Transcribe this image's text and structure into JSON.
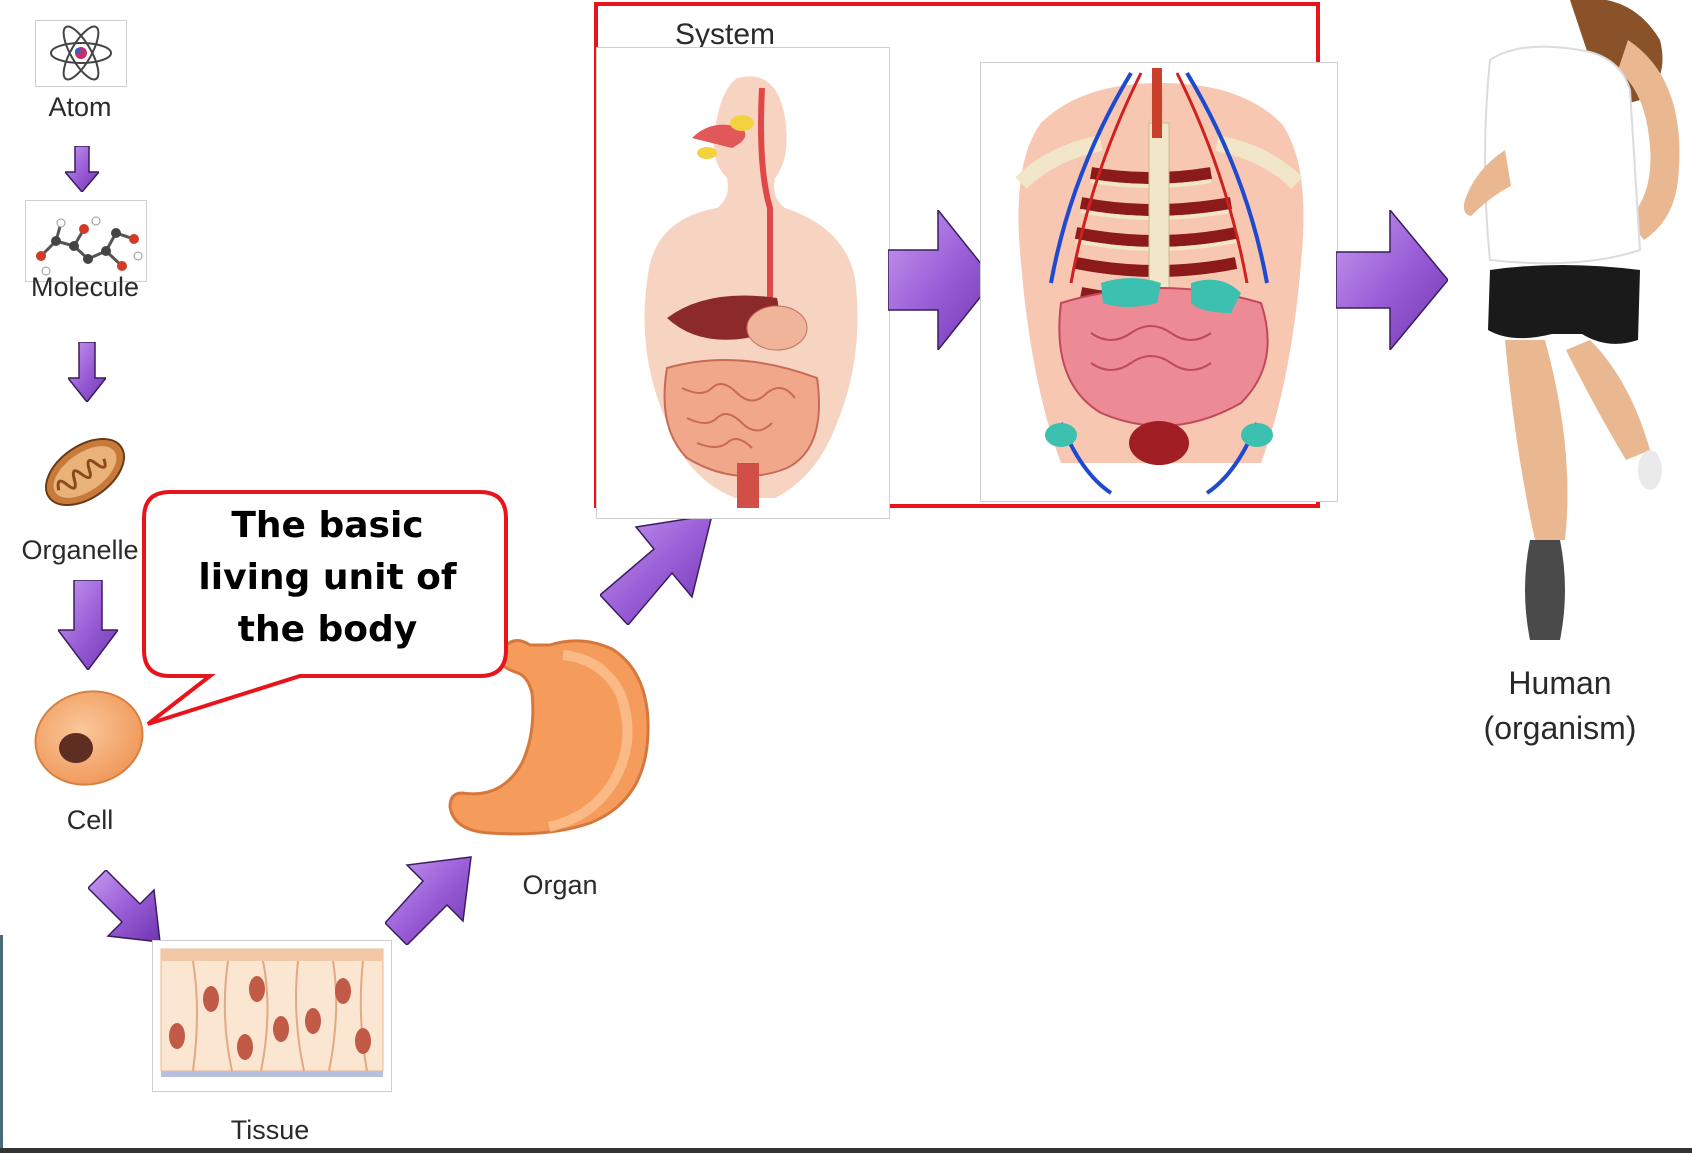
{
  "levels": {
    "atom": "Atom",
    "molecule": "Molecule",
    "organelle": "Organelle",
    "cell": "Cell",
    "tissue": "Tissue",
    "organ": "Organ",
    "system": "System",
    "organism_line1": "Human",
    "organism_line2": "(organism)"
  },
  "callout": {
    "line1": "The basic",
    "line2": "living unit of",
    "line3": "the body"
  },
  "colors": {
    "arrow": "#9b59d6",
    "highlight_border": "#e8141c",
    "callout_border": "#e8141c"
  },
  "icons": [
    "atom-icon",
    "molecule-icon",
    "organelle-icon",
    "cell-icon",
    "tissue-icon",
    "organ-icon",
    "digestive-system-icon",
    "organ-systems-icon",
    "runner-icon"
  ]
}
